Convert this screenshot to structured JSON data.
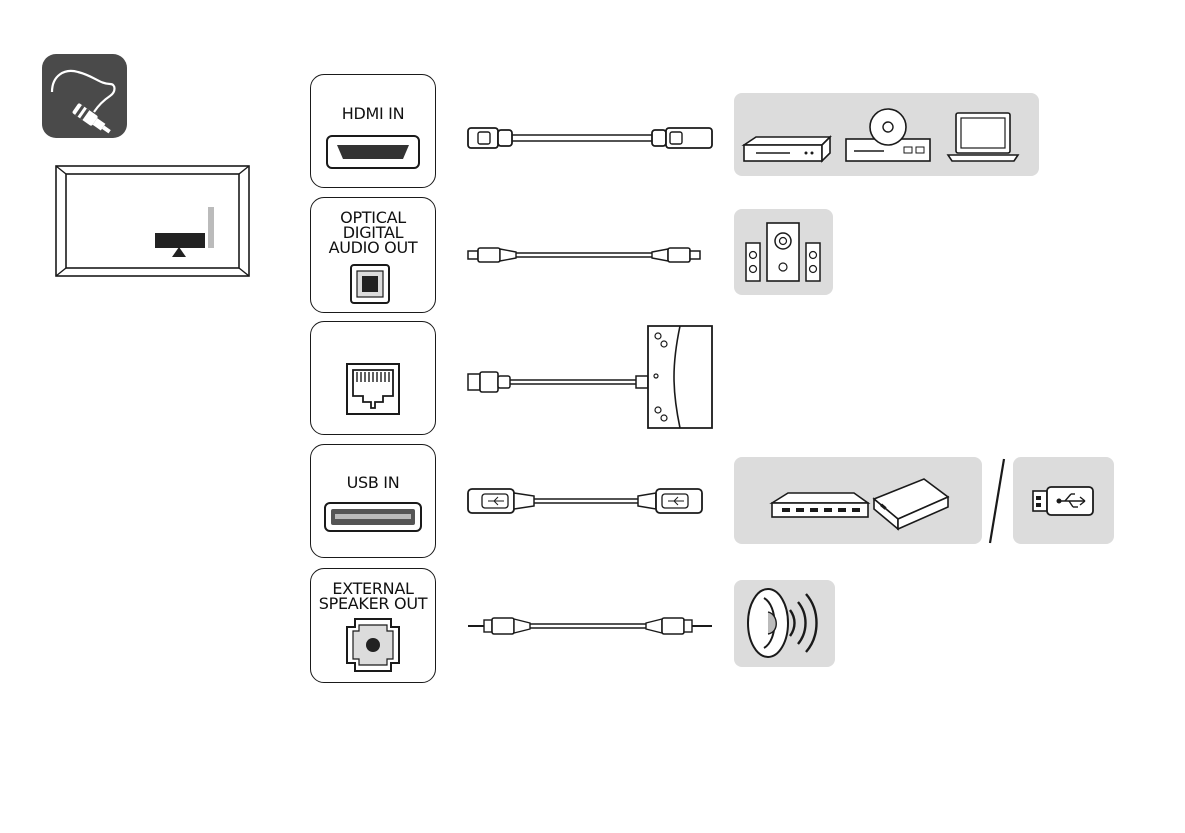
{
  "ports": {
    "hdmi": {
      "label": "HDMI IN"
    },
    "optical": {
      "label": "OPTICAL\nDIGITAL\nAUDIO OUT"
    },
    "lan": {
      "label": ""
    },
    "usb": {
      "label": "USB IN"
    },
    "speaker": {
      "label": "EXTERNAL\nSPEAKER OUT"
    }
  },
  "icons": {
    "header": "cable-plug-icon",
    "tv": "tv-rear-panel-icon",
    "hdmi_devices": [
      "set-top-box-icon",
      "dvd-player-icon",
      "laptop-icon"
    ],
    "audio_devices": [
      "speaker-system-icon"
    ],
    "network": "wall-network-outlet-icon",
    "usb_devices": [
      "usb-hub-icon",
      "external-hard-drive-icon"
    ],
    "usb_alt": "usb-flash-drive-icon",
    "speaker_device": "headphone-speaker-icon"
  },
  "colors": {
    "panel": "#dcdcdc",
    "header_bg": "#4a4a4a",
    "stroke": "#1a1a1a"
  }
}
